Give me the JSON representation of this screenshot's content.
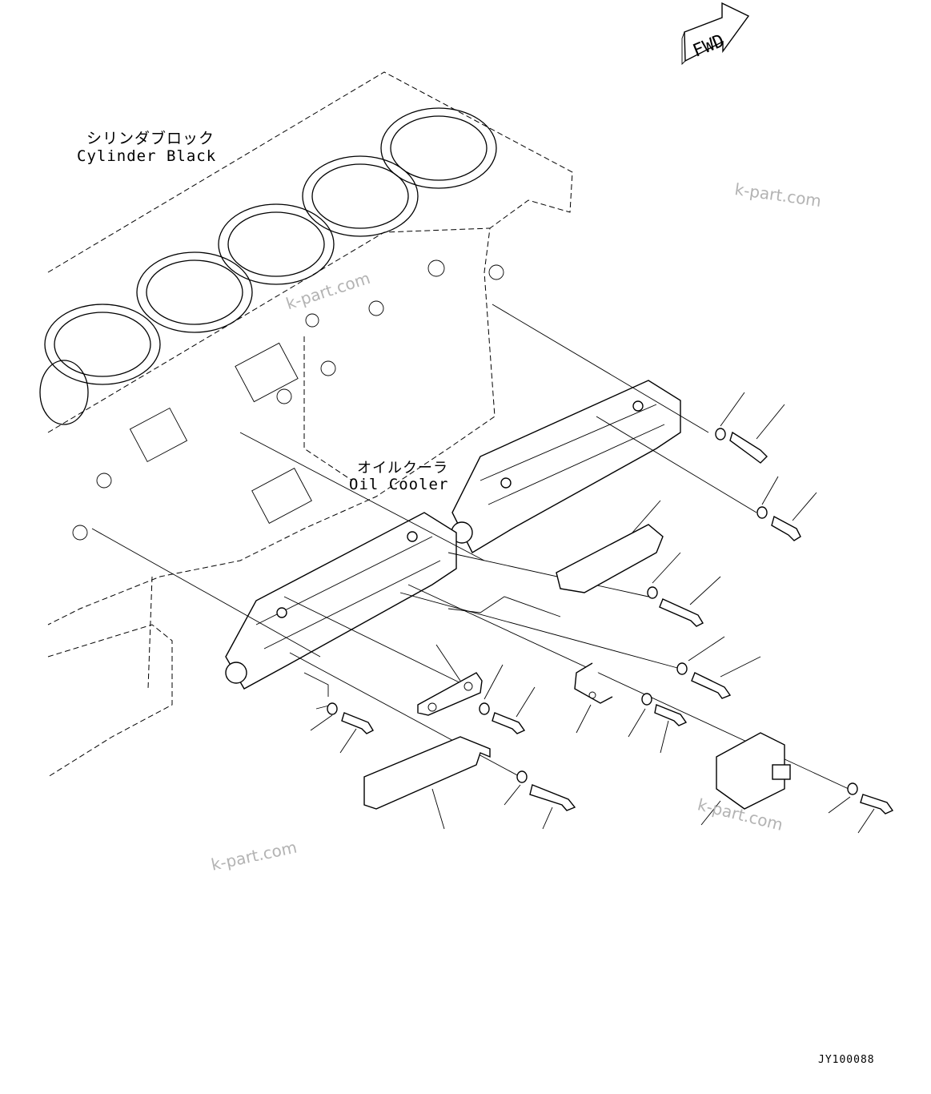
{
  "labels": {
    "cylinder_block_jp": "シリンダブロック",
    "cylinder_block_en": "Cylinder Black",
    "oil_cooler_jp": "オイルクーラ",
    "oil_cooler_en": "Oil Cooler",
    "fwd": "FWD"
  },
  "watermarks": [
    "k-part.com",
    "k-part.com",
    "k-part.com",
    "k-part.com"
  ],
  "drawing_code": "JY100088"
}
